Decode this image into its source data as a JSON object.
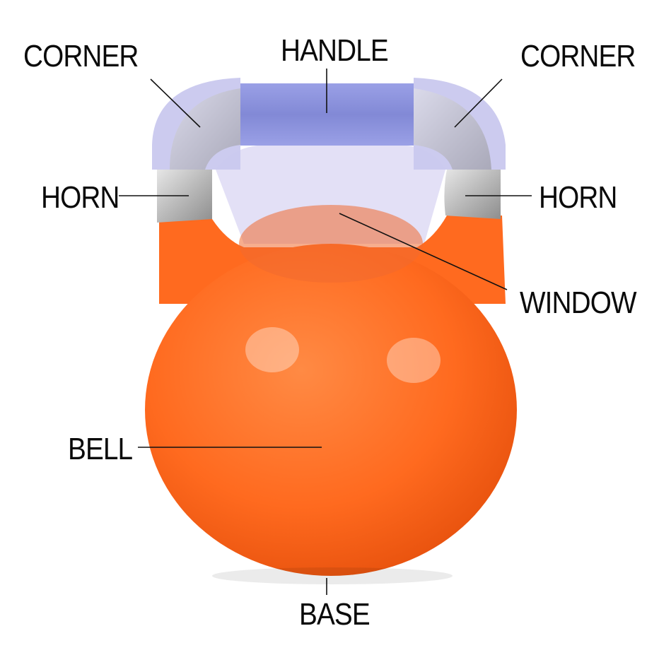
{
  "labels": {
    "corner_left": "CORNER",
    "handle": "HANDLE",
    "corner_right": "CORNER",
    "horn_left": "HORN",
    "horn_right": "HORN",
    "window": "WINDOW",
    "bell": "BELL",
    "base": "BASE"
  },
  "colors": {
    "bell": "#ff6a1f",
    "bell_shadow": "#e04a08",
    "handle_highlight": "#8c92dd",
    "corner_highlight": "#c9c8ee",
    "window_highlight": "#e0ddf5",
    "steel": "#b9b9b9",
    "leader": "#111111"
  }
}
